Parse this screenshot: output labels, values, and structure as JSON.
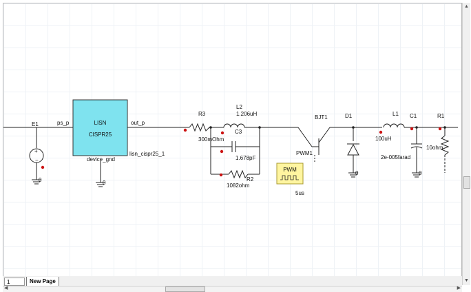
{
  "components": {
    "e1": "E1",
    "e1_gnd": "0",
    "lisn_name": "LISN",
    "lisn_model": "CISPR25",
    "ps_p": "ps_p",
    "out_p": "out_p",
    "device_gnd": "device_gnd",
    "lisn_ref": "lisn_cispr25_1",
    "lisn_gnd": "0",
    "r3": "R3",
    "r3_val": "300mOhm",
    "l2": "L2",
    "l2_val": "1.206uH",
    "c3": "C3",
    "c3_val": "1.678pF",
    "r2": "R2",
    "r2_val": "1082ohm",
    "bjt1": "BJT1",
    "pwm1": "PWM1",
    "pwm": "PWM",
    "pwm_val": "5us",
    "d1": "D1",
    "d1_gnd": "0",
    "l1": "L1",
    "l1_val": "100uH",
    "c1": "C1",
    "c1_val": "2e-005farad",
    "c1_gnd": "0",
    "r1": "R1",
    "r1_val": "10ohm"
  },
  "page_tabs": {
    "page_number": "1",
    "tab_label": "New Page"
  },
  "colors": {
    "lisn_fill": "#7fe3ef",
    "pwm_fill": "#fff5a0",
    "probe": "#cc1111",
    "wire": "#222222"
  }
}
